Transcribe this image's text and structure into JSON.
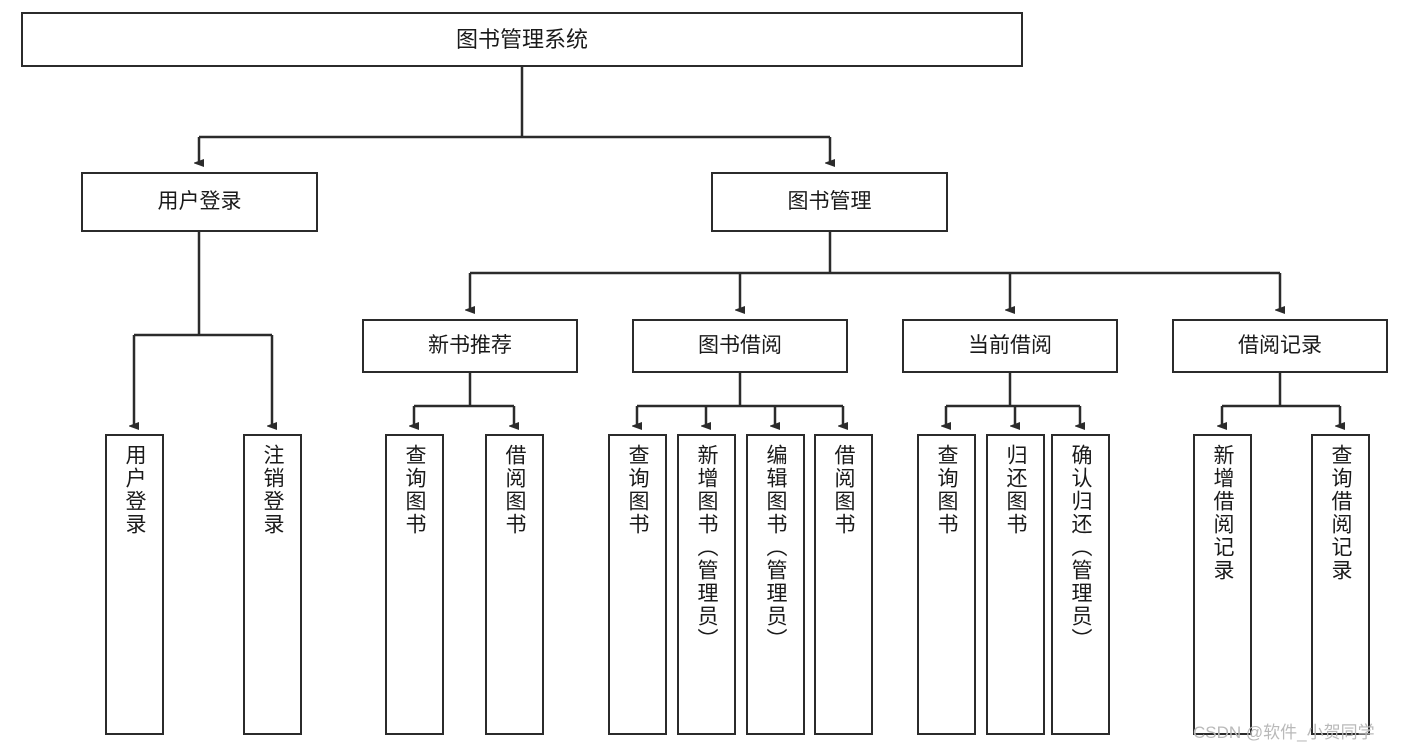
{
  "diagram": {
    "type": "tree",
    "title": "图书管理系统",
    "root": {
      "label": "图书管理系统"
    },
    "level2": [
      {
        "label": "用户登录"
      },
      {
        "label": "图书管理"
      }
    ],
    "level3": [
      {
        "label": "新书推荐"
      },
      {
        "label": "图书借阅"
      },
      {
        "label": "当前借阅"
      },
      {
        "label": "借阅记录"
      }
    ],
    "leaves": {
      "user_login": [
        {
          "label": "用户登录"
        },
        {
          "label": "注销登录"
        }
      ],
      "new_book_recommend": [
        {
          "label": "查询图书"
        },
        {
          "label": "借阅图书"
        }
      ],
      "book_borrow": [
        {
          "label": "查询图书"
        },
        {
          "label": "新增图书（管理员）"
        },
        {
          "label": "编辑图书（管理员）"
        },
        {
          "label": "借阅图书"
        }
      ],
      "current_borrow": [
        {
          "label": "查询图书"
        },
        {
          "label": "归还图书"
        },
        {
          "label": "确认归还（管理员）"
        }
      ],
      "borrow_record": [
        {
          "label": "新增借阅记录"
        },
        {
          "label": "查询借阅记录"
        }
      ]
    }
  },
  "watermark": {
    "text": "CSDN @软件_小贺同学"
  },
  "colors": {
    "border": "#2b2b2b",
    "background": "#ffffff",
    "text": "#1a1a1a",
    "watermark": "#b9b9b9"
  }
}
